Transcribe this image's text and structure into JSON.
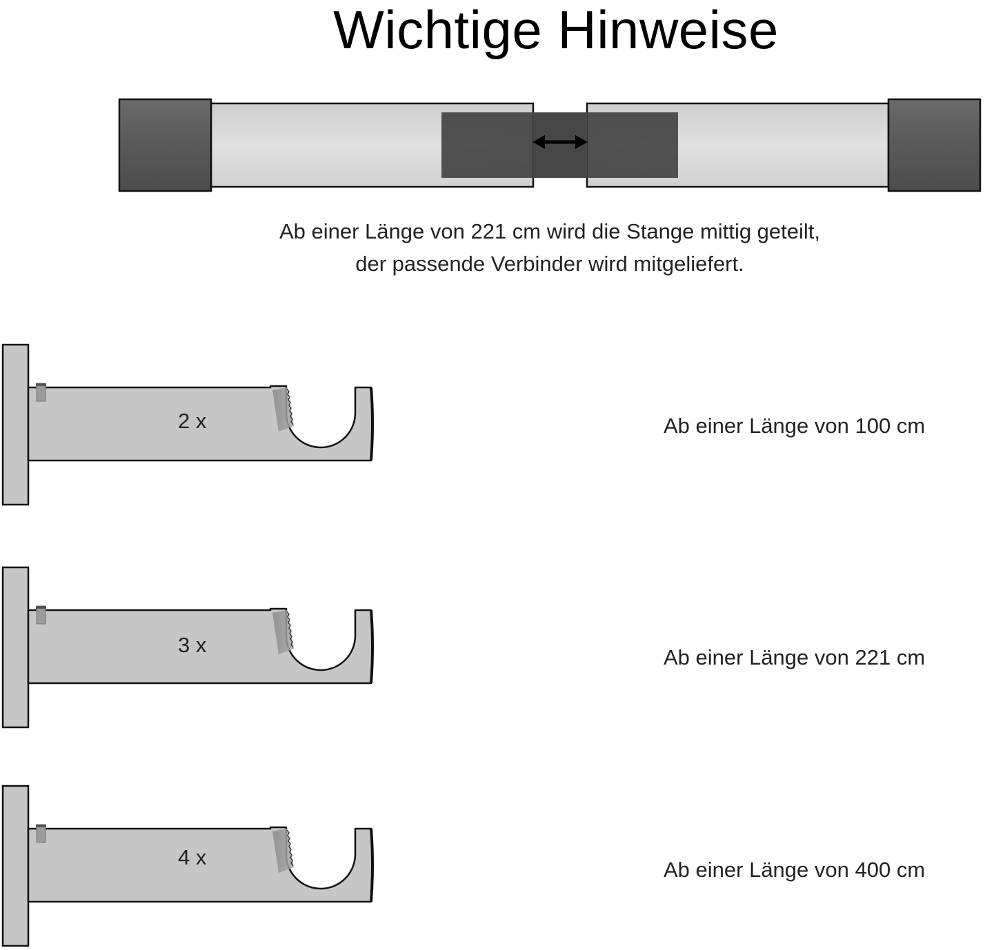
{
  "title": "Wichtige Hinweise",
  "rod_note": {
    "line1": "Ab einer Länge von 221 cm wird die Stange mittig geteilt,",
    "line2": "der passende Verbinder wird mitgeliefert."
  },
  "brackets": [
    {
      "count": "2 x",
      "min_length": "Ab einer Länge von 100 cm"
    },
    {
      "count": "3 x",
      "min_length": "Ab einer Länge von 221 cm"
    },
    {
      "count": "4 x",
      "min_length": "Ab einer Länge von 400 cm"
    }
  ],
  "colors": {
    "rod_fill": "#c8c8c8",
    "end_cap": "#5e5e5e",
    "connector": "#4a4a4a",
    "bracket_fill": "#c6c6c6",
    "outline": "#111111"
  }
}
